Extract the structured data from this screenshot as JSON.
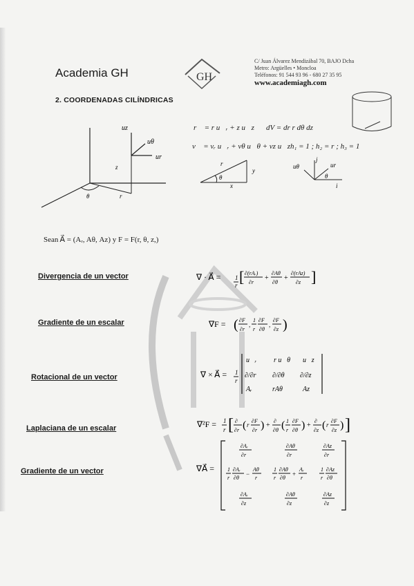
{
  "header": {
    "brand": "Academia GH",
    "logo_text": "GH",
    "contact_line_1": "C/ Juan Álvarez Mendizábal 70, BAJO Dcha",
    "contact_line_2": "Metro: Argüelles • Moncloa",
    "contact_line_3": "Teléfonos: 91 544 93 96 - 680 27 35 95",
    "website": "www.academiagh.com"
  },
  "section_title": "2.   COORDENADAS CILÍNDRICAS",
  "relations": {
    "position": "r⃗ = r u⃗ᵣ + z u⃗z",
    "volume": "dV = dr r dθ dz",
    "velocity": "v⃗ = vᵣ u⃗ᵣ + vθ u⃗θ + vz u⃗z",
    "scale_factors": "h₁ = 1 ; h₂ = r ; h₃ = 1"
  },
  "figure_labels": {
    "uz": "uz",
    "utheta": "uθ",
    "ur": "ur",
    "z": "z",
    "theta": "θ",
    "r": "r",
    "tri_r": "r",
    "tri_theta": "θ",
    "tri_x": "x",
    "tri_y": "y",
    "j": "j",
    "i": "i",
    "u_theta": "uθ",
    "u_r": "ur",
    "theta2": "θ"
  },
  "definition": "Sean A⃗ = (Aᵣ, Aθ, Az) y F = F(r, θ, z,)",
  "operations": [
    {
      "label": "Divergencia de un vector"
    },
    {
      "label": "Gradiente de un escalar"
    },
    {
      "label": "Rotacional de un vector"
    },
    {
      "label": "Laplaciana de un escalar"
    },
    {
      "label": "Gradiente de un vector"
    }
  ],
  "formulas": {
    "div_lhs": "∇ · A⃗ =",
    "grad_lhs": "∇F =",
    "rot_lhs": "∇ × A⃗ =",
    "lap_lhs": "∇²F =",
    "gradv_lhs": "∇A⃗ ="
  }
}
